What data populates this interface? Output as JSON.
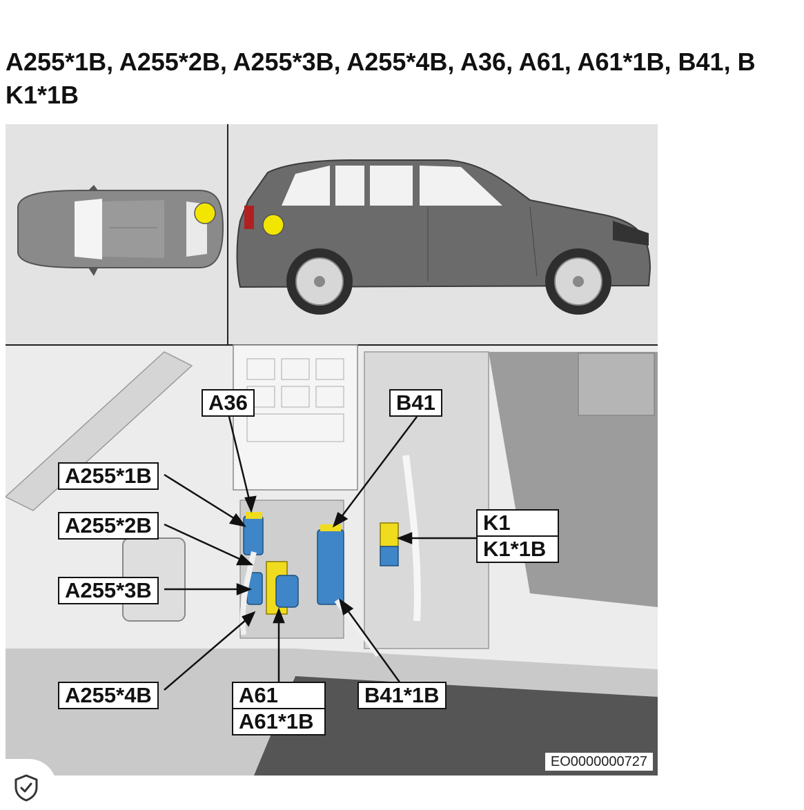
{
  "heading": {
    "line1": "A255*1B, A255*2B, A255*3B, A255*4B, A36, A61, A61*1B, B41, B",
    "line2": "K1*1B"
  },
  "callouts": {
    "a36": "A36",
    "b41": "B41",
    "a255_1b": "A255*1B",
    "a255_2b": "A255*2B",
    "a255_3b": "A255*3B",
    "a255_4b": "A255*4B",
    "k1": "K1",
    "k1_1b": "K1*1B",
    "a61": "A61",
    "a61_1b": "A61*1B",
    "b41_1b": "B41*1B"
  },
  "figure_id": "EO0000000727",
  "colors": {
    "marker": "#f2e600",
    "connector_blue": "#3f86c8",
    "connector_yellow": "#f0dc1e",
    "vehicle": "#6b6b6b",
    "panel_bg": "#e3e3e3"
  },
  "icons": {
    "security": "shield-check-icon"
  }
}
